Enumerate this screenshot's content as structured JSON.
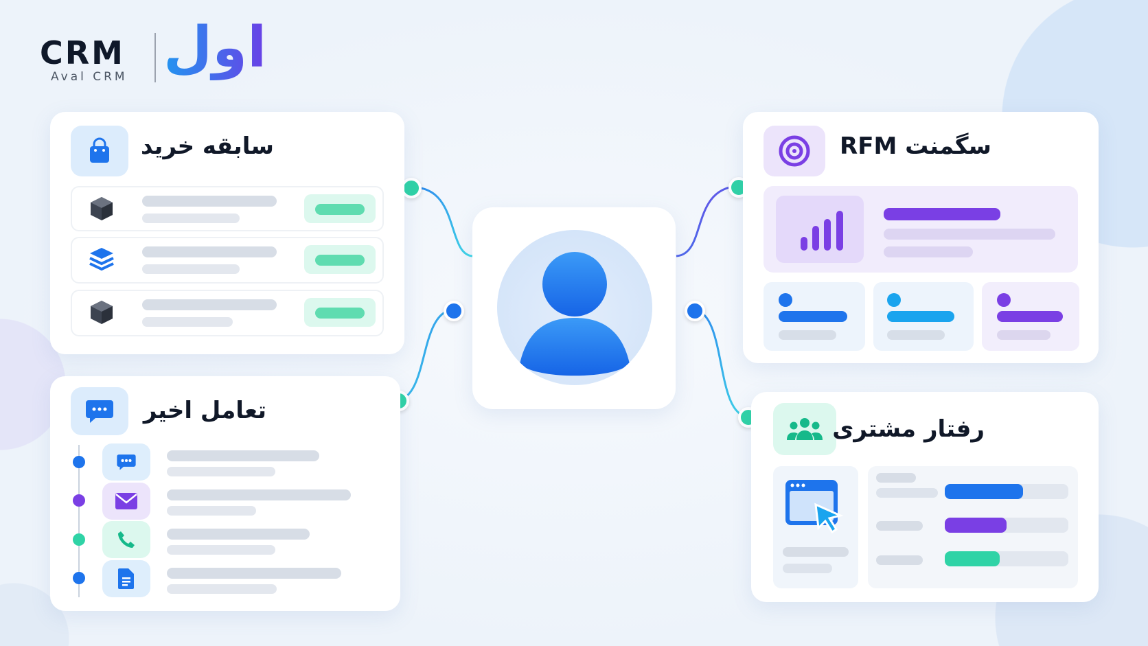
{
  "logo": {
    "crm": "CRM",
    "sub": "Aval CRM",
    "brand": "اول"
  },
  "cards": {
    "purchase": {
      "title": "سابقه خرید",
      "icon": "shopping-bag-icon"
    },
    "rfm": {
      "title": "سگمنت RFM",
      "icon": "target-icon"
    },
    "interaction": {
      "title": "تعامل اخیر",
      "icon": "chat-bubble-icon"
    },
    "behavior": {
      "title": "رفتار مشتری",
      "icon": "users-group-icon"
    }
  },
  "center": {
    "icon": "user-avatar-icon"
  },
  "colors": {
    "blue": "#1e74ec",
    "purple": "#7a3fe4",
    "green": "#2fd3a6",
    "sky": "#1aa4ee"
  }
}
